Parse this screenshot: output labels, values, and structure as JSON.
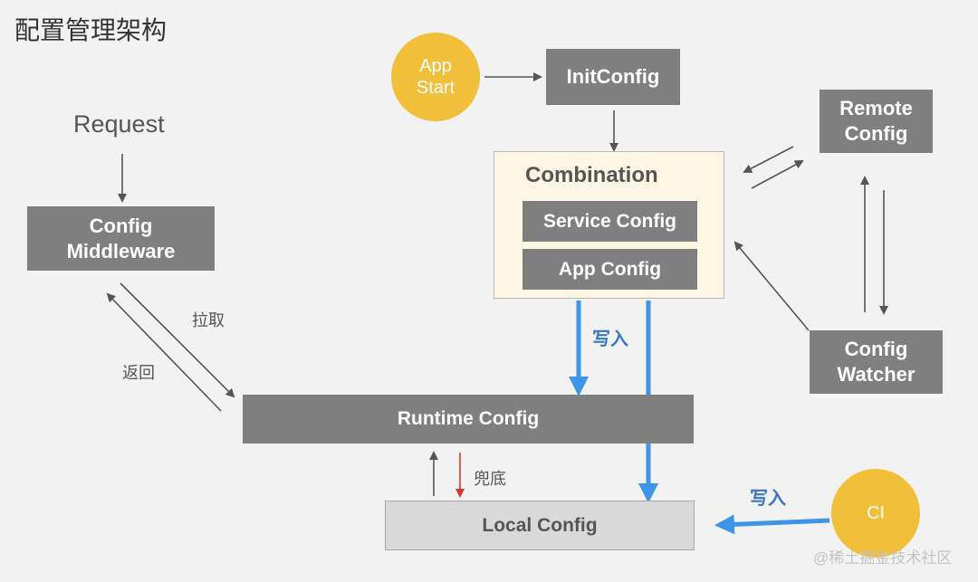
{
  "title": "配置管理架构",
  "nodes": {
    "app_start": "App\nStart",
    "init_config": "InitConfig",
    "combination_title": "Combination",
    "service_config": "Service Config",
    "app_config": "App Config",
    "remote_config": "Remote\nConfig",
    "config_watcher": "Config\nWatcher",
    "request": "Request",
    "config_middleware": "Config\nMiddleware",
    "runtime_config": "Runtime Config",
    "local_config": "Local Config",
    "ci": "CI"
  },
  "edge_labels": {
    "pull": "拉取",
    "return": "返回",
    "write_1": "写入",
    "write_2": "写入",
    "fallback": "兜底"
  },
  "watermark": "@稀土掘金技术社区",
  "colors": {
    "gray_box": "#7f7f7f",
    "light_box": "#d9d9d9",
    "combination_bg": "#fdf6e3",
    "circle": "#f2bf3a",
    "blue_arrow": "#3d95e8",
    "red_arrow": "#d9382c",
    "dark_arrow": "#555555"
  }
}
